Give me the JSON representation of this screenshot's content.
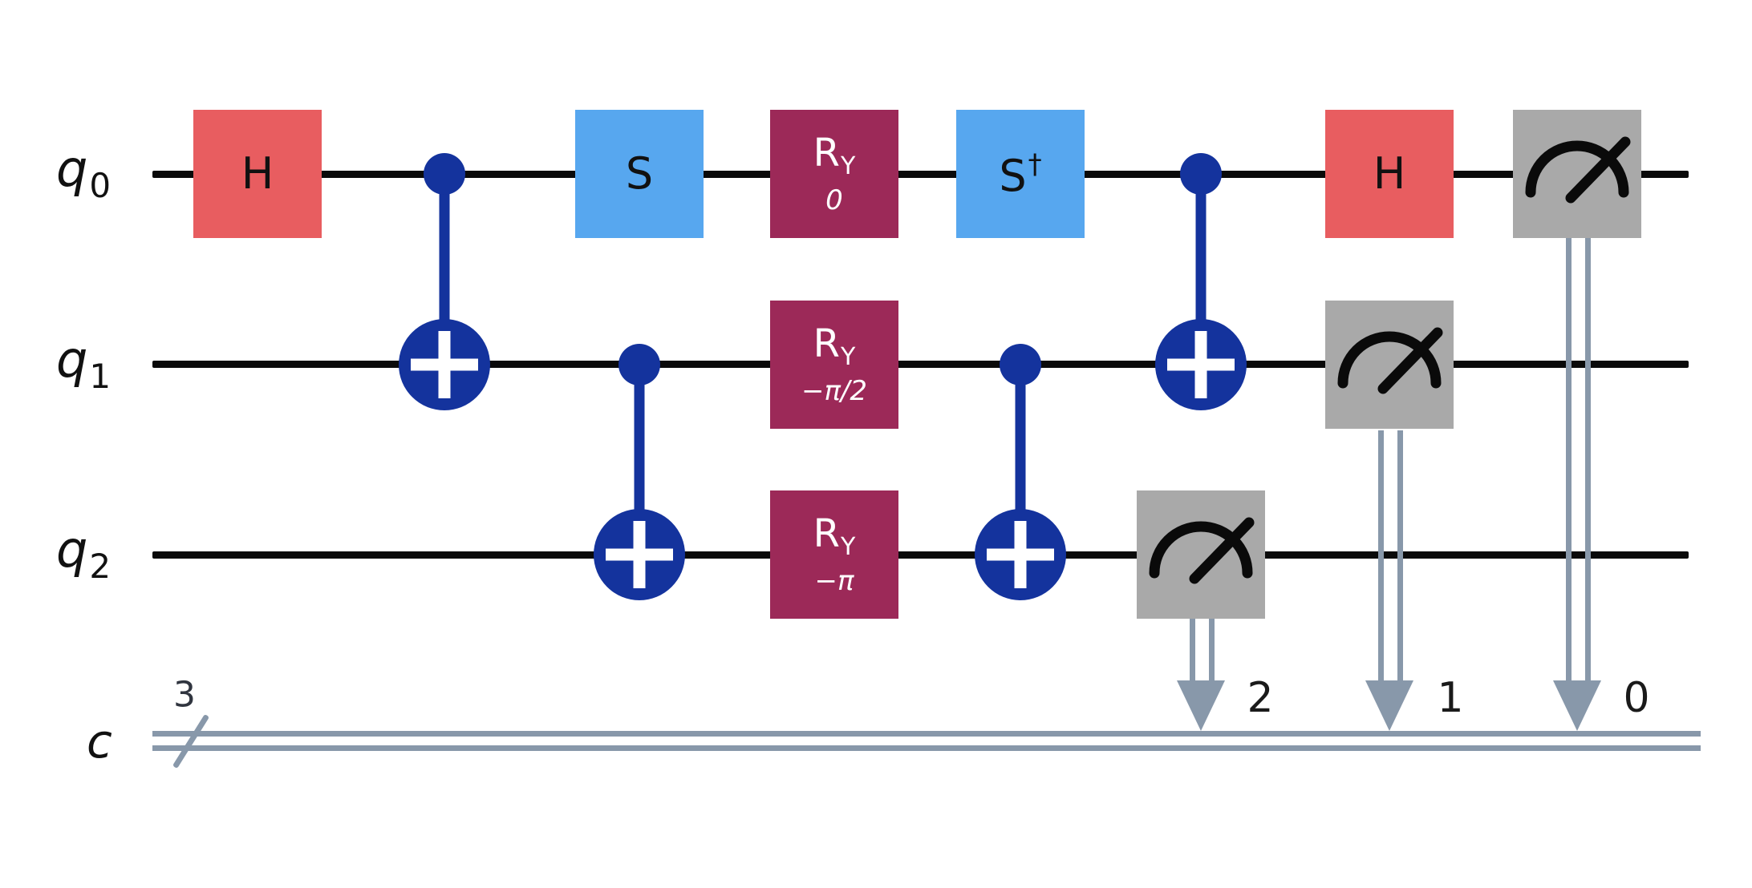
{
  "circuit": {
    "type": "quantum-circuit",
    "qubit_labels": [
      {
        "base": "q",
        "sub": "0"
      },
      {
        "base": "q",
        "sub": "1"
      },
      {
        "base": "q",
        "sub": "2"
      }
    ],
    "classical_label": {
      "base": "c",
      "bit_width": "3"
    },
    "gates": {
      "h1": {
        "label": "H"
      },
      "s": {
        "label": "S"
      },
      "sdg": {
        "label": "S",
        "sup": "†"
      },
      "ry_q0": {
        "label": "R",
        "sub": "Y",
        "param": "0"
      },
      "ry_q1": {
        "label": "R",
        "sub": "Y",
        "param": "−π/2"
      },
      "ry_q2": {
        "label": "R",
        "sub": "Y",
        "param": "−π"
      },
      "h2": {
        "label": "H"
      }
    },
    "measurements": [
      {
        "qubit": "q2",
        "bit_label": "2"
      },
      {
        "qubit": "q1",
        "bit_label": "1"
      },
      {
        "qubit": "q0",
        "bit_label": "0"
      }
    ],
    "colors": {
      "hadamard": "#E85D60",
      "phase_gate": "#57A7EF",
      "rotation_gate": "#9C2958",
      "cnot": "#14339D",
      "measure": "#A9A9A9",
      "classical_wire": "#8898AA",
      "quantum_wire": "#0a0a0a",
      "background": "#ffffff"
    }
  }
}
